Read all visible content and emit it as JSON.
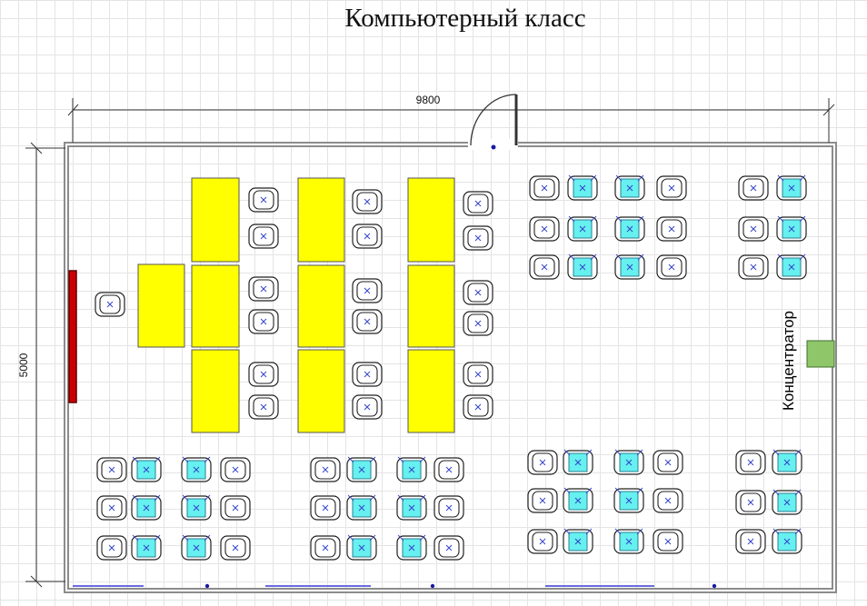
{
  "title": "Компьютерный класс",
  "dimensions": {
    "width": "9800",
    "height": "5000"
  },
  "labels": {
    "hub": "Концентратор"
  },
  "colors": {
    "desk": "#ffff00",
    "monitor": "#66f0f0",
    "hub": "#8fc66a",
    "board": "#cc0000",
    "wall": "#8c8c8c",
    "chair": "#ffffff"
  },
  "icons": {
    "chair": "chair-icon",
    "computer": "computer-workstation-icon",
    "door": "door-icon",
    "hub": "hub-icon",
    "board": "whiteboard-icon",
    "outlet": "outlet-icon"
  }
}
